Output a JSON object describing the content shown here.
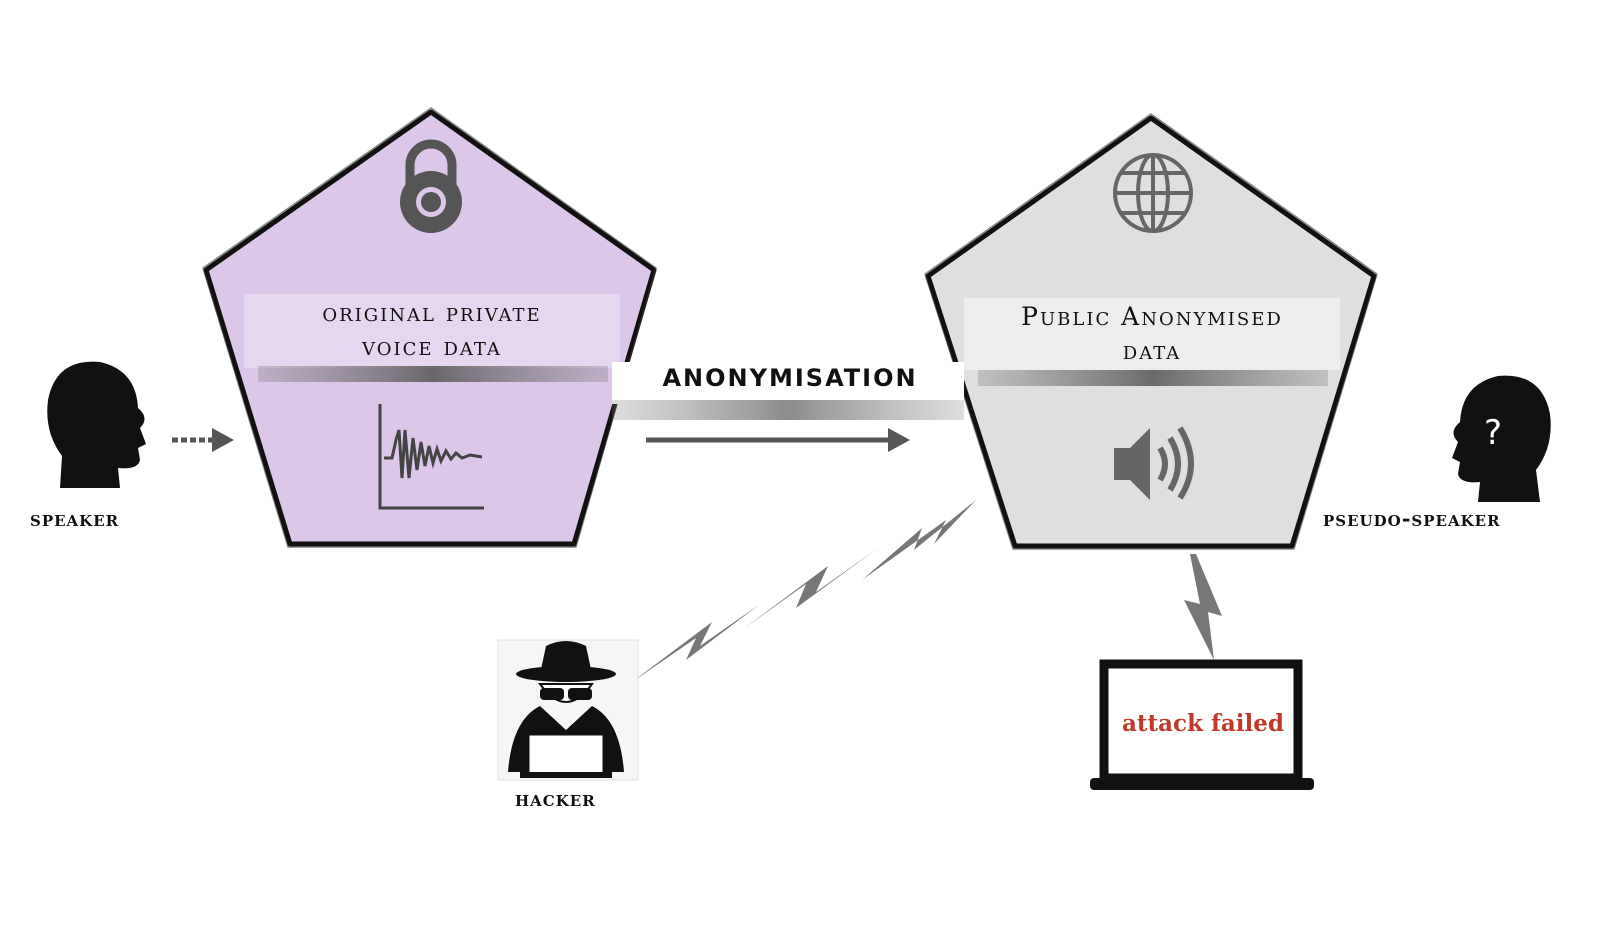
{
  "speaker": {
    "label": "speaker"
  },
  "pseudo_speaker": {
    "label": "pseudo-speaker",
    "mark": "?"
  },
  "hacker": {
    "label": "hacker"
  },
  "private_box": {
    "title_line1": "original private",
    "title_line2": "voice data",
    "icon": "lock-icon",
    "fill": "#dcc6ea"
  },
  "public_box": {
    "title_line1": "Public Anonymised",
    "title_line2": "data",
    "icon": "globe-icon",
    "fill": "#dde0dc"
  },
  "anonymisation": {
    "label": "ANONYMISATION"
  },
  "laptop": {
    "text": "attack failed",
    "text_color": "#c0392b"
  },
  "icons": [
    "head-icon",
    "lock-icon",
    "waveform-icon",
    "globe-icon",
    "speaker-icon",
    "hacker-icon",
    "laptop-icon",
    "lightning-icon"
  ]
}
